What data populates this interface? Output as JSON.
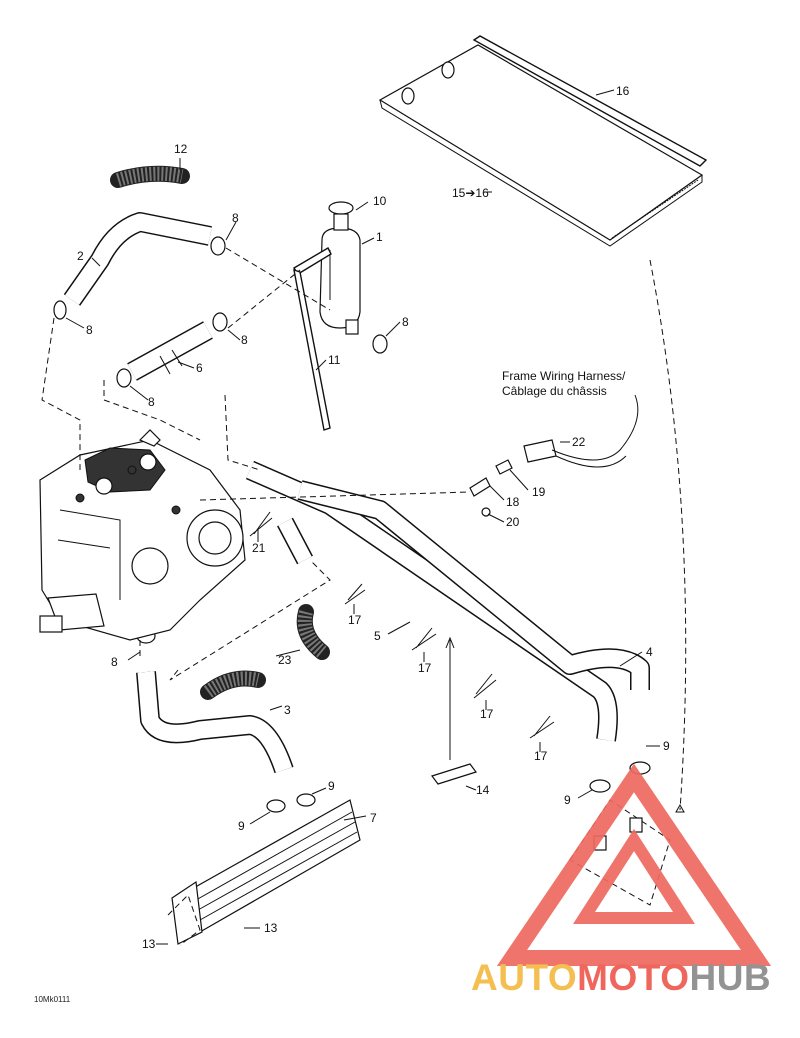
{
  "diagram": {
    "callouts": {
      "c1": "1",
      "c2": "2",
      "c3": "3",
      "c4": "4",
      "c5": "5",
      "c6": "6",
      "c7": "7",
      "c8a": "8",
      "c8b": "8",
      "c8c": "8",
      "c8d": "8",
      "c8e": "8",
      "c8f": "8",
      "c9a": "9",
      "c9b": "9",
      "c9c": "9",
      "c9d": "9",
      "c10": "10",
      "c11": "11",
      "c12": "12",
      "c13a": "13",
      "c13b": "13",
      "c14": "14",
      "c15_16": "15➔16",
      "c16": "16",
      "c17a": "17",
      "c17b": "17",
      "c17c": "17",
      "c17d": "17",
      "c18": "18",
      "c19": "19",
      "c20": "20",
      "c21": "21",
      "c22": "22",
      "c23": "23"
    },
    "harness_label_line1": "Frame Wiring Harness/",
    "harness_label_line2": "Câblage du châssis",
    "figure_ref": "10Mk0111"
  },
  "watermark": {
    "word_part1": "AUTO",
    "word_part2": "MOTO",
    "word_part3": "HUB",
    "color_orange": "#f4b942",
    "color_red": "#ee5a50",
    "color_gray": "#8a8a8a",
    "triangle_color": "#ee6a60"
  }
}
